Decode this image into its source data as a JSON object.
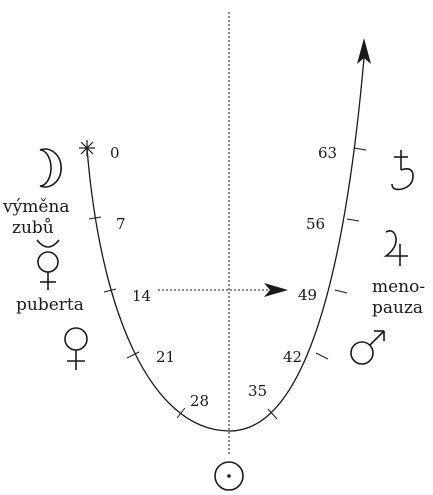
{
  "ages": {
    "a0": "0",
    "a7": "7",
    "a14": "14",
    "a21": "21",
    "a28": "28",
    "a35": "35",
    "a42": "42",
    "a49": "49",
    "a56": "56",
    "a63": "63"
  },
  "labels": {
    "tooth_change_line1": "výměna",
    "tooth_change_line2": "zubů",
    "puberty": "puberta",
    "menopause_line1": "meno-",
    "menopause_line2": "pauza"
  },
  "symbols": {
    "start_star": "asterisk-icon",
    "moon": "moon-symbol-icon",
    "mercury": "mercury-symbol-icon",
    "venus": "venus-symbol-icon",
    "sun": "sun-symbol-icon",
    "mars": "mars-symbol-icon",
    "jupiter": "jupiter-symbol-icon",
    "saturn": "saturn-symbol-icon"
  },
  "colors": {
    "ink": "#1a1a1a",
    "background": "#ffffff"
  }
}
